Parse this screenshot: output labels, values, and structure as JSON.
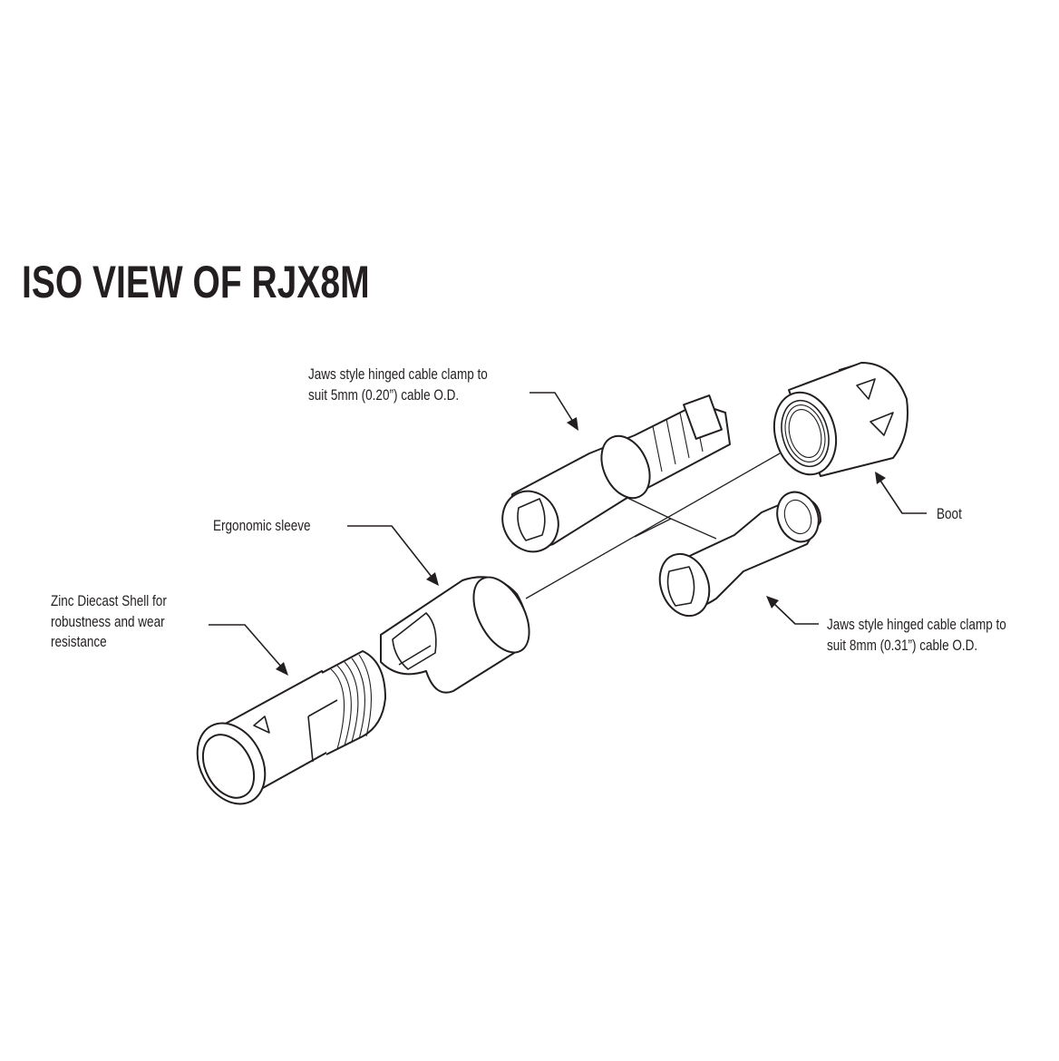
{
  "title": "ISO VIEW OF RJX8M",
  "callouts": {
    "clamp_5mm": {
      "line1": "Jaws style hinged cable clamp to",
      "line2": "suit 5mm (0.20”) cable O.D."
    },
    "sleeve": {
      "line1": "Ergonomic sleeve"
    },
    "shell": {
      "line1": "Zinc Diecast Shell for",
      "line2": "robustness and wear",
      "line3": "resistance"
    },
    "boot": {
      "line1": "Boot"
    },
    "clamp_8mm": {
      "line1": "Jaws style hinged cable clamp to",
      "line2": "suit 8mm (0.31”) cable O.D."
    }
  }
}
